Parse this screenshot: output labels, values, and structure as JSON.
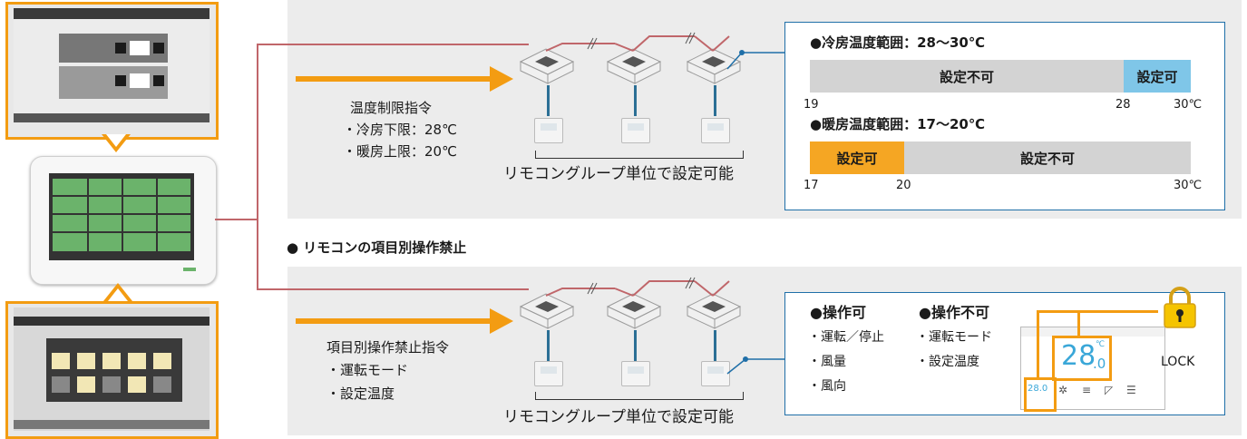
{
  "upper": {
    "command_title": "温度制限指令",
    "command_items": [
      "・冷房下限：28℃",
      "・暖房上限：20℃"
    ],
    "group_caption": "リモコングループ単位で設定可能",
    "cooling": {
      "title": "●冷房温度範囲：28〜30℃",
      "disabled_label": "設定不可",
      "enabled_label": "設定可",
      "ticks": [
        "19",
        "28",
        "30℃"
      ]
    },
    "heating": {
      "title": "●暖房温度範囲：17〜20℃",
      "enabled_label": "設定可",
      "disabled_label": "設定不可",
      "ticks": [
        "17",
        "20",
        "30℃"
      ]
    }
  },
  "section_heading": "● リモコンの項目別操作禁止",
  "lower": {
    "command_title": "項目別操作禁止指令",
    "command_items": [
      "・運転モード",
      "・設定温度"
    ],
    "group_caption": "リモコングループ単位で設定可能",
    "allowed": {
      "title": "●操作可",
      "items": [
        "・運転／停止",
        "・風量",
        "・風向"
      ]
    },
    "forbidden": {
      "title": "●操作不可",
      "items": [
        "・運転モード",
        "・設定温度"
      ]
    },
    "remote_display": {
      "temperature": "28",
      "temperature_decimal": ".0",
      "unit": "℃",
      "small_temp": "28.0",
      "lock_label": "LOCK"
    }
  },
  "colors": {
    "orange": "#f39c12",
    "blue_enabled": "#7fc6e8",
    "gray_disabled": "#d3d3d3",
    "connector_red": "#c0666a",
    "pipe_blue": "#2b6f95",
    "panel_gray": "#ececec"
  }
}
